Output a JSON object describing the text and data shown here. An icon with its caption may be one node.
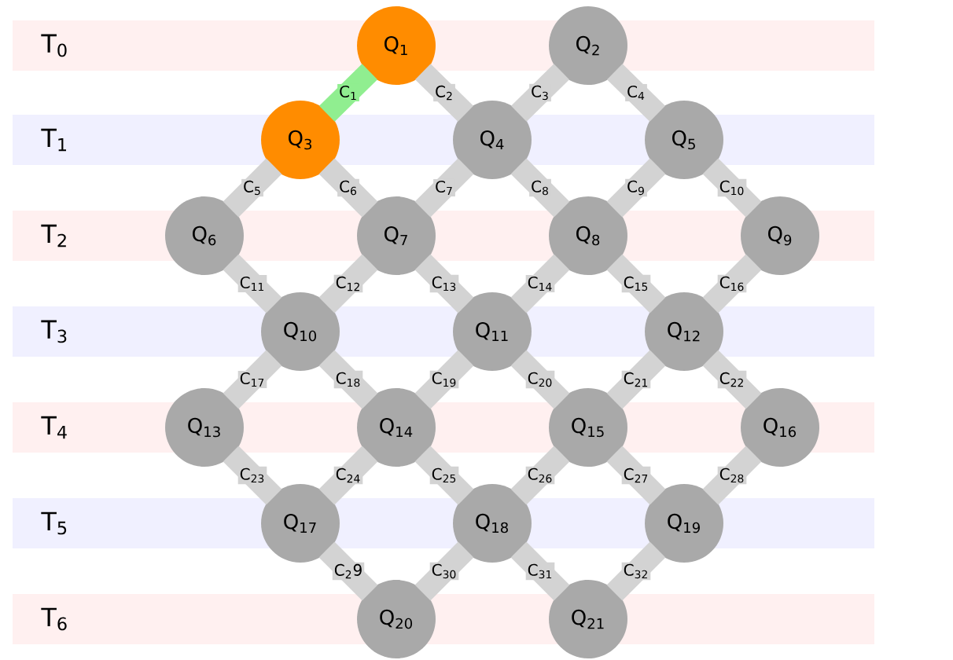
{
  "diagram": {
    "nodes": [
      {
        "text": [
          "Q$_{1}$"
        ]
      },
      {
        "text": [
          "Q$_{2}$"
        ]
      },
      {
        "text": [
          "Q$_{3}$"
        ]
      },
      {
        "text": [
          "Q$_{4}$"
        ]
      },
      {
        "text": [
          "Q$_{5}$"
        ]
      },
      {
        "text": [
          "Q$_{6}$"
        ]
      },
      {
        "text": [
          "Q$_{7}$"
        ]
      },
      {
        "text": [
          "Q$_{8}$"
        ]
      },
      {
        "text": [
          "Q$_{9}$"
        ]
      },
      {
        "text": [
          "Q$_{10}$"
        ]
      },
      {
        "text": [
          "Q$_{11}$"
        ]
      },
      {
        "text": [
          "Q$_{12}$"
        ]
      },
      {
        "text": [
          "Q$_{13}$"
        ]
      },
      {
        "text": [
          "Q$_{14}$"
        ]
      },
      {
        "text": [
          "Q$_{15}$"
        ]
      },
      {
        "text": [
          "Q$_{16}$"
        ]
      },
      {
        "text": [
          "Q$_{17}$"
        ]
      },
      {
        "text": [
          "Q$_{18}$"
        ]
      },
      {
        "text": [
          "Q$_{19}$"
        ]
      },
      {
        "text": [
          "Q$_{20}$"
        ]
      },
      {
        "text": [
          "Q$_{21}$"
        ]
      }
    ],
    "edges": [
      {
        "from": 0,
        "to": 2,
        "arrow": "none",
        "label": "C$_{1}$",
        "color": "#90ee90"
      },
      {
        "from": 0,
        "to": 3,
        "arrow": "none",
        "label": "C$_{2}$"
      },
      {
        "from": 1,
        "to": 3,
        "arrow": "none",
        "label": "C$_{3}$"
      },
      {
        "from": 1,
        "to": 4,
        "arrow": "none",
        "label": "C$_{4}$"
      },
      {
        "from": 2,
        "to": 5,
        "arrow": "none",
        "label": "C$_{5}$"
      },
      {
        "from": 2,
        "to": 6,
        "arrow": "none",
        "label": "C$_{6}$"
      },
      {
        "from": 3,
        "to": 6,
        "arrow": "none",
        "label": "C$_{7}$"
      },
      {
        "from": 3,
        "to": 7,
        "arrow": "none",
        "label": "C$_{8}$"
      },
      {
        "from": 4,
        "to": 7,
        "arrow": "none",
        "label": "C$_{9}$"
      },
      {
        "from": 4,
        "to": 8,
        "arrow": "none",
        "label": "C$_{10}$"
      },
      {
        "from": 5,
        "to": 9,
        "arrow": "none",
        "label": "C$_{11}$"
      },
      {
        "from": 6,
        "to": 9,
        "arrow": "none",
        "label": "C$_{12}$"
      },
      {
        "from": 6,
        "to": 10,
        "arrow": "none",
        "label": "C$_{13}$"
      },
      {
        "from": 7,
        "to": 10,
        "arrow": "none",
        "label": "C$_{14}$"
      },
      {
        "from": 7,
        "to": 11,
        "arrow": "none",
        "label": "C$_{15}$"
      },
      {
        "from": 8,
        "to": 11,
        "arrow": "none",
        "label": "C$_{16}$"
      },
      {
        "from": 9,
        "to": 12,
        "arrow": "none",
        "label": "C$_{17}$"
      },
      {
        "from": 9,
        "to": 13,
        "arrow": "none",
        "label": "C$_{18}$"
      },
      {
        "from": 10,
        "to": 13,
        "arrow": "none",
        "label": "C$_{19}$"
      },
      {
        "from": 10,
        "to": 14,
        "arrow": "none",
        "label": "C$_{20}$"
      },
      {
        "from": 11,
        "to": 14,
        "arrow": "none",
        "label": "C$_{21}$"
      },
      {
        "from": 11,
        "to": 15,
        "arrow": "none",
        "label": "C$_{22}$"
      },
      {
        "from": 12,
        "to": 16,
        "arrow": "none",
        "label": "C$_{23}$"
      },
      {
        "from": 13,
        "to": 16,
        "arrow": "none",
        "label": "C$_{24}$"
      },
      {
        "from": 13,
        "to": 17,
        "arrow": "none",
        "label": "C$_{25}$"
      },
      {
        "from": 14,
        "to": 17,
        "arrow": "none",
        "label": "C$_{26}$"
      },
      {
        "from": 14,
        "to": 18,
        "arrow": "none",
        "label": "C$_{27}$"
      },
      {
        "from": 15,
        "to": 18,
        "arrow": "none",
        "label": "C$_{28}$"
      },
      {
        "from": 16,
        "to": 19,
        "arrow": "none",
        "label": "C$_{2}$9"
      },
      {
        "from": 17,
        "to": 19,
        "arrow": "none",
        "label": "C$_{30}$"
      },
      {
        "from": 17,
        "to": 20,
        "arrow": "none",
        "label": "C$_{31}$"
      },
      {
        "from": 18,
        "to": 20,
        "arrow": "none",
        "label": "C$_{32}$"
      }
    ],
    "labels": [
      "T$_{0}$",
      "T$_{1}$",
      "T$_{2}$",
      "T$_{3}$",
      "T$_{4}$",
      "T$_{5}$",
      "T$_{6}$"
    ]
  }
}
